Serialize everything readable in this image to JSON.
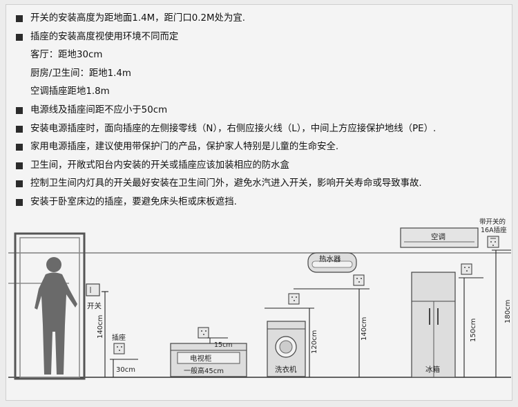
{
  "rules": [
    {
      "kind": "bullet",
      "text": "开关的安装高度为距地面1.4M，距门口0.2M处为宜."
    },
    {
      "kind": "bullet",
      "text": "插座的安装高度视使用环境不同而定"
    },
    {
      "kind": "sub",
      "text": "客厅：距地30cm"
    },
    {
      "kind": "sub",
      "text": "厨房/卫生间：距地1.4m"
    },
    {
      "kind": "sub",
      "text": "空调插座距地1.8m"
    },
    {
      "kind": "bullet",
      "text": "电源线及插座间距不应小于50cm"
    },
    {
      "kind": "bullet",
      "text": "安装电源插座时，面向插座的左侧接零线（N），右侧应接火线（L），中间上方应接保护地线（PE）."
    },
    {
      "kind": "bullet",
      "text": "家用电源插座，建议使用带保护门的产品，保护家人特别是儿童的生命安全."
    },
    {
      "kind": "bullet",
      "text": "卫生间，开敞式阳台内安装的开关或插座应该加装相应的防水盒"
    },
    {
      "kind": "bullet",
      "text": "控制卫生间内灯具的开关最好安装在卫生间门外，避免水汽进入开关，影响开关寿命或导致事故."
    },
    {
      "kind": "bullet",
      "text": "安装于卧室床边的插座，要避免床头柜或床板遮挡."
    }
  ],
  "diagram": {
    "switch_label": "开关",
    "socket_label": "插座",
    "dim_140": "140cm",
    "dim_30": "30cm",
    "dim_15": "15cm",
    "tv_cabinet": "电视柜",
    "tv_height": "一般高45cm",
    "washer": "洗衣机",
    "dim_120": "120cm",
    "water_heater": "热水器",
    "dim_140b": "140cm",
    "fridge": "冰箱",
    "dim_150": "150cm",
    "ac": "空调",
    "ac_switch_line1": "带开关的",
    "ac_switch_line2": "16A插座",
    "dim_180": "180cm"
  }
}
